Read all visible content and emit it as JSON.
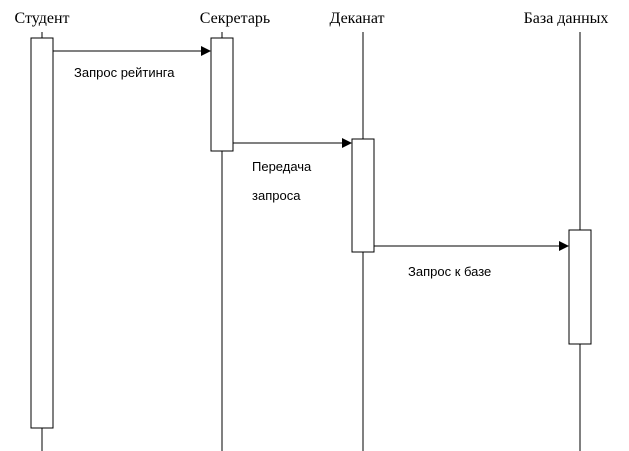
{
  "participants": [
    {
      "id": "student",
      "label": "Студент"
    },
    {
      "id": "secretary",
      "label": "Секретарь"
    },
    {
      "id": "dean_office",
      "label": "Деканат"
    },
    {
      "id": "database",
      "label": "База данных"
    }
  ],
  "messages": [
    {
      "from": "student",
      "to": "secretary",
      "lines": [
        "Запрос рейтинга"
      ]
    },
    {
      "from": "secretary",
      "to": "dean_office",
      "lines": [
        "Передача",
        "запроса"
      ]
    },
    {
      "from": "dean_office",
      "to": "database",
      "lines": [
        "Запрос к базе"
      ]
    }
  ]
}
